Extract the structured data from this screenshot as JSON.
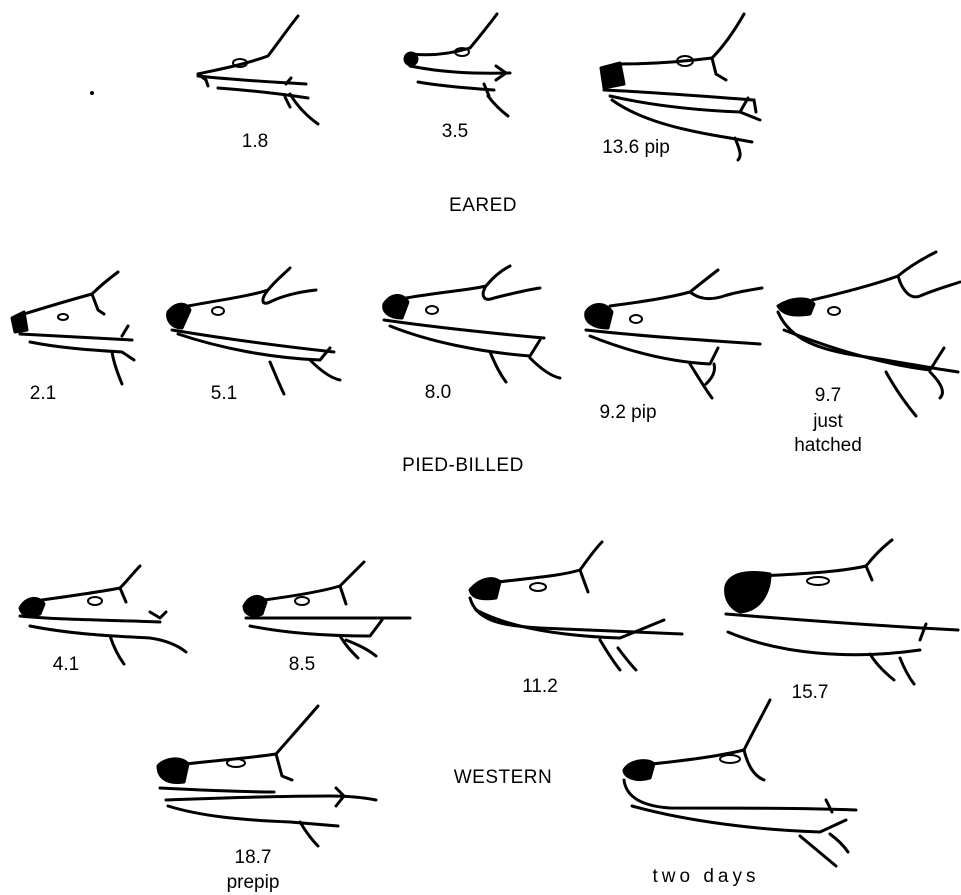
{
  "groups": {
    "eared": "EARED",
    "pied_billed": "PIED-BILLED",
    "western": "WESTERN"
  },
  "labels": {
    "e1": "1.8",
    "e2": "3.5",
    "e3": "13.6 pip",
    "p1": "2.1",
    "p2": "5.1",
    "p3": "8.0",
    "p4": "9.2 pip",
    "p5a": "9.7",
    "p5b": "just",
    "p5c": "hatched",
    "w1": "4.1",
    "w2": "8.5",
    "w3": "11.2",
    "w4": "15.7",
    "w5a": "18.7",
    "w5b": "prepip",
    "w6": "two days"
  }
}
